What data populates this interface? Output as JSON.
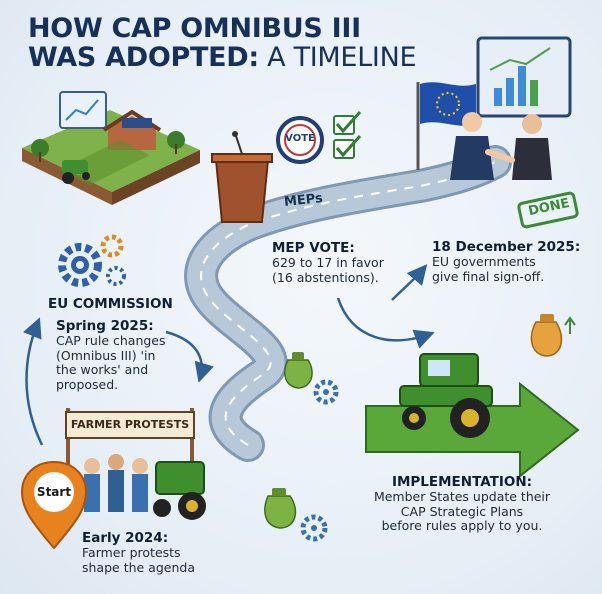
{
  "title": {
    "bold_line1": "HOW CAP OMNIBUS III",
    "bold_line2": "WAS ADOPTED:",
    "light_line2": " A TIMELINE"
  },
  "road": {
    "label": "MEPs"
  },
  "signs": {
    "vote_badge": "VOTE",
    "done_stamp": "DONE",
    "protest_banner": "FARMER PROTESTS",
    "start_pin": "Start"
  },
  "steps": {
    "eu_commission": {
      "heading": "EU COMMISSION"
    },
    "spring_2025": {
      "heading": "Spring 2025:",
      "line1": "CAP rule changes",
      "line2": "(Omnibus III) 'in",
      "line3": "the works' and",
      "line4": "proposed."
    },
    "early_2024": {
      "heading": "Early 2024:",
      "line1": "Farmer protests",
      "line2": "shape the agenda"
    },
    "mep_vote": {
      "heading": "MEP VOTE:",
      "line1": "629 to 17 in favor",
      "line2": "(16 abstentions)."
    },
    "dec_2025": {
      "heading": "18 December 2025:",
      "line1": "EU governments",
      "line2": "give final sign-off."
    },
    "implementation": {
      "heading": "IMPLEMENTATION:",
      "line1": "Member States update their",
      "line2": "CAP Strategic Plans",
      "line3": "before rules apply to you."
    }
  },
  "colors": {
    "title": "#16305a",
    "road": "#a9bccf",
    "tractor": "#3f8f2e",
    "arrow": "#5aa83a",
    "eu_flag": "#1f4fa8",
    "pin": "#e8821e"
  }
}
